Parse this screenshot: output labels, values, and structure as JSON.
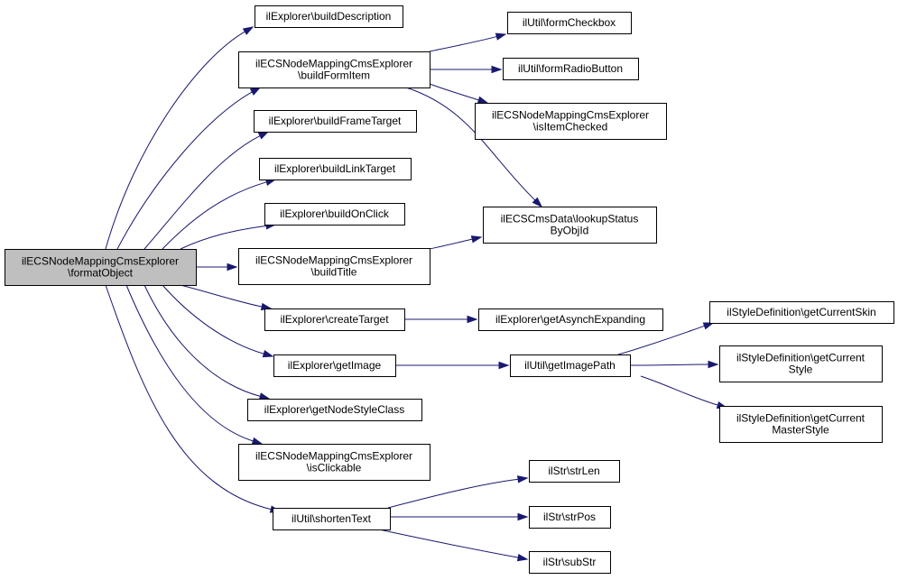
{
  "graph": {
    "colors": {
      "edge": "#191970",
      "root_fill": "#bfbfbf",
      "node_fill": "#ffffff",
      "border": "#000000"
    },
    "nodes": {
      "root": {
        "lines": [
          "ilECSNodeMappingCmsExplorer",
          "\\formatObject"
        ]
      },
      "n_desc": {
        "lines": [
          "ilExplorer\\buildDescription"
        ]
      },
      "n_form": {
        "lines": [
          "ilECSNodeMappingCmsExplorer",
          "\\buildFormItem"
        ]
      },
      "n_frame": {
        "lines": [
          "ilExplorer\\buildFrameTarget"
        ]
      },
      "n_link": {
        "lines": [
          "ilExplorer\\buildLinkTarget"
        ]
      },
      "n_click": {
        "lines": [
          "ilExplorer\\buildOnClick"
        ]
      },
      "n_title": {
        "lines": [
          "ilECSNodeMappingCmsExplorer",
          "\\buildTitle"
        ]
      },
      "n_ctgt": {
        "lines": [
          "ilExplorer\\createTarget"
        ]
      },
      "n_gimg": {
        "lines": [
          "ilExplorer\\getImage"
        ]
      },
      "n_gnsc": {
        "lines": [
          "ilExplorer\\getNodeStyleClass"
        ]
      },
      "n_iscl": {
        "lines": [
          "ilECSNodeMappingCmsExplorer",
          "\\isClickable"
        ]
      },
      "n_short": {
        "lines": [
          "ilUtil\\shortenText"
        ]
      },
      "n_chk": {
        "lines": [
          "ilUtil\\formCheckbox"
        ]
      },
      "n_radio": {
        "lines": [
          "ilUtil\\formRadioButton"
        ]
      },
      "n_ischk": {
        "lines": [
          "ilECSNodeMappingCmsExplorer",
          "\\isItemChecked"
        ]
      },
      "n_look": {
        "lines": [
          "ilECSCmsData\\lookupStatus",
          "ByObjId"
        ]
      },
      "n_async": {
        "lines": [
          "ilExplorer\\getAsynchExpanding"
        ]
      },
      "n_ipath": {
        "lines": [
          "ilUtil\\getImagePath"
        ]
      },
      "n_skin": {
        "lines": [
          "ilStyleDefinition\\getCurrentSkin"
        ]
      },
      "n_style": {
        "lines": [
          "ilStyleDefinition\\getCurrent",
          "Style"
        ]
      },
      "n_mstyle": {
        "lines": [
          "ilStyleDefinition\\getCurrent",
          "MasterStyle"
        ]
      },
      "n_slen": {
        "lines": [
          "ilStr\\strLen"
        ]
      },
      "n_spos": {
        "lines": [
          "ilStr\\strPos"
        ]
      },
      "n_sub": {
        "lines": [
          "ilStr\\subStr"
        ]
      }
    },
    "edges": [
      [
        "root",
        "n_desc"
      ],
      [
        "root",
        "n_form"
      ],
      [
        "root",
        "n_frame"
      ],
      [
        "root",
        "n_link"
      ],
      [
        "root",
        "n_click"
      ],
      [
        "root",
        "n_title"
      ],
      [
        "root",
        "n_ctgt"
      ],
      [
        "root",
        "n_gimg"
      ],
      [
        "root",
        "n_gnsc"
      ],
      [
        "root",
        "n_iscl"
      ],
      [
        "root",
        "n_short"
      ],
      [
        "n_form",
        "n_chk"
      ],
      [
        "n_form",
        "n_radio"
      ],
      [
        "n_form",
        "n_ischk"
      ],
      [
        "n_form",
        "n_look"
      ],
      [
        "n_title",
        "n_look"
      ],
      [
        "n_ctgt",
        "n_async"
      ],
      [
        "n_gimg",
        "n_ipath"
      ],
      [
        "n_ipath",
        "n_skin"
      ],
      [
        "n_ipath",
        "n_style"
      ],
      [
        "n_ipath",
        "n_mstyle"
      ],
      [
        "n_short",
        "n_slen"
      ],
      [
        "n_short",
        "n_spos"
      ],
      [
        "n_short",
        "n_sub"
      ]
    ]
  }
}
